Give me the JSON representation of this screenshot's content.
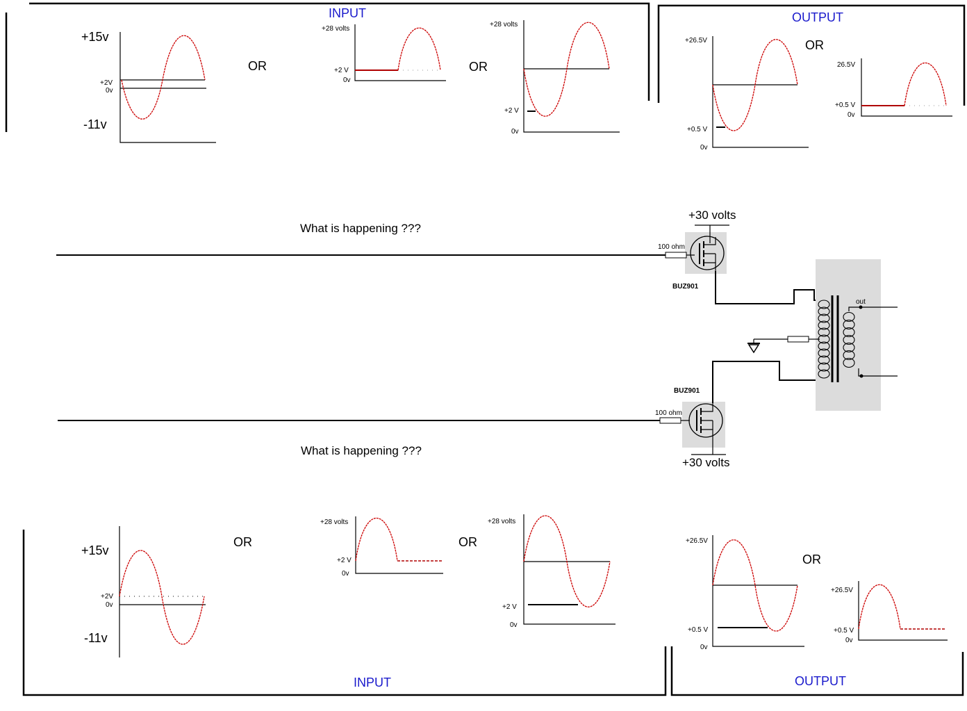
{
  "top": {
    "input_heading": "INPUT",
    "output_heading": "OUTPUT",
    "or_label": "OR",
    "graph1": {
      "top_label": "+15v",
      "mid_label": "+2V",
      "zero_label": "0v",
      "bottom_label": "-11v"
    },
    "graph2": {
      "top_label": "+28 volts",
      "mid_label": "+2 V",
      "zero_label": "0v"
    },
    "graph3": {
      "top_label": "+28 volts",
      "mid_label": "+2 V",
      "zero_label": "0v"
    },
    "graph4": {
      "top_label": "+26.5V",
      "mid_label": "+0.5 V",
      "zero_label": "0v"
    },
    "graph5": {
      "top_label": "26.5V",
      "mid_label": "+0.5 V",
      "zero_label": "0v"
    }
  },
  "circuit": {
    "question_top": "What is happening ???",
    "question_bottom": "What is happening ???",
    "supply_top": "+30 volts",
    "supply_bottom": "+30 volts",
    "resistor_top": "100 ohm",
    "resistor_bottom": "100 ohm",
    "mosfet_top": "BUZ901",
    "mosfet_bottom": "BUZ901",
    "transformer_out": "out"
  },
  "bottom": {
    "input_heading": "INPUT",
    "output_heading": "OUTPUT",
    "or_label": "OR",
    "graph1": {
      "top_label": "+15v",
      "mid_label": "+2V",
      "zero_label": "0v",
      "bottom_label": "-11v"
    },
    "graph2": {
      "top_label": "+28 volts",
      "mid_label": "+2 V",
      "zero_label": "0v"
    },
    "graph3": {
      "top_label": "+28 volts",
      "mid_label": "+2 V",
      "zero_label": "0v"
    },
    "graph4": {
      "top_label": "+26.5V",
      "mid_label": "+0.5 V",
      "zero_label": "0v"
    },
    "graph5": {
      "top_label": "+26.5V",
      "mid_label": "+0.5 V",
      "zero_label": "0v"
    }
  },
  "colors": {
    "waveform": "#cc0000",
    "heading": "#1a1acc",
    "shading": "#dcdcdc"
  }
}
